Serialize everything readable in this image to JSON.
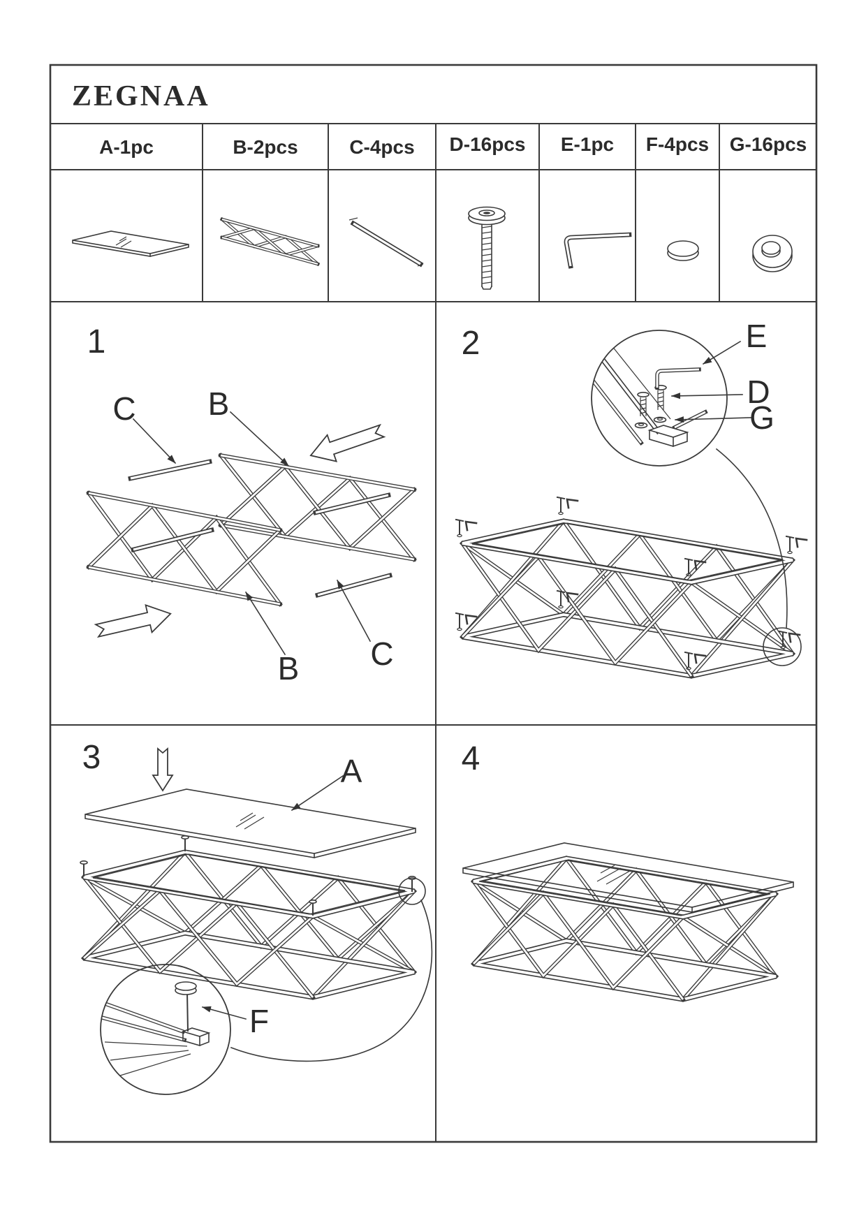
{
  "title": "ZEGNAA",
  "colors": {
    "line": "#3a3a3a",
    "text": "#2b2b2b",
    "background": "#ffffff"
  },
  "parts_header": {
    "a": "A-1pc",
    "b": "B-2pcs",
    "c": "C-4pcs",
    "d": "D-16pcs",
    "e": "E-1pc",
    "f": "F-4pcs",
    "g": "G-16pcs"
  },
  "steps": {
    "s1": {
      "num": "1",
      "callouts": {
        "c_top": "C",
        "b_top": "B",
        "b_bottom": "B",
        "c_bottom": "C"
      }
    },
    "s2": {
      "num": "2",
      "callouts": {
        "e": "E",
        "d": "D",
        "g": "G"
      }
    },
    "s3": {
      "num": "3",
      "callouts": {
        "a": "A",
        "f": "F"
      }
    },
    "s4": {
      "num": "4"
    }
  }
}
